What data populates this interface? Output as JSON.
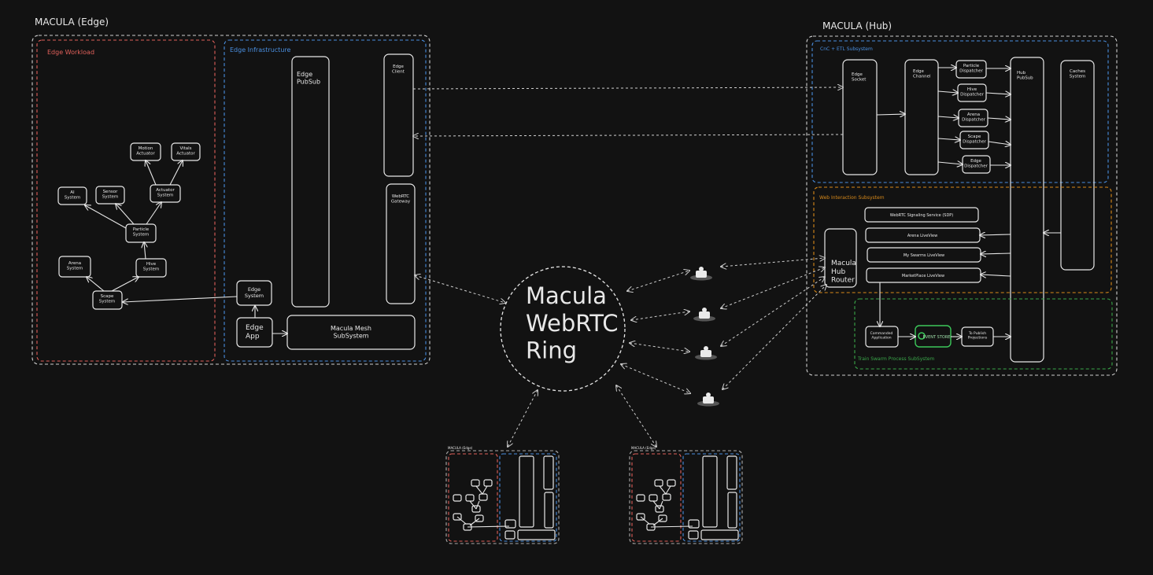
{
  "colors": {
    "background": "#121212",
    "foreground": "#e8e8e8",
    "workload_red": "#e0605a",
    "infra_blue": "#4a8fe0",
    "web_orange": "#d98a1a",
    "swarm_green": "#3aa84a",
    "eventstore_green": "#3cc85a"
  },
  "edge": {
    "title": "MACULA (Edge)",
    "workload": {
      "label": "Edge Workload",
      "motion_actuator": "Motion\nActuator",
      "vitals_actuator": "Vitals\nActuator",
      "ai_system": "AI\nSystem",
      "sensor_system": "Sensor\nSystem",
      "actuator_system": "Actuator\nSystem",
      "particle_system": "Particle\nSystem",
      "arena_system": "Arena\nSystem",
      "hive_system": "Hive\nSystem",
      "scape_system": "Scape\nSystem"
    },
    "infra": {
      "label": "Edge Infrastructure",
      "pubsub": "Edge\nPubSub",
      "client": "Edge\nClient",
      "webrtc_gateway": "WebRTC\nGateway",
      "edge_system": "Edge\nSystem",
      "edge_app": "Edge\nApp",
      "mesh": "Macula Mesh\nSubSystem"
    }
  },
  "ring": {
    "label": "Macula\nWebRTC\nRing"
  },
  "hub": {
    "title": "MACULA (Hub)",
    "cnc": {
      "label": "CnC + ETL Subsystem",
      "edge_socket": "Edge\nSocket",
      "edge_channel": "Edge\nChannel",
      "particle_dispatcher": "Particle\nDispatcher",
      "hive_dispatcher": "Hive\nDispatcher",
      "arena_dispatcher": "Arena\nDispatcher",
      "scape_dispatcher": "Scape\nDispatcher",
      "edge_dispatcher": "Edge\nDispatcher",
      "hub_pubsub": "Hub\nPubSub",
      "caches_system": "Caches\nSystem"
    },
    "web": {
      "label": "Web Interaction Subsystem",
      "signaling": "WebRTC Signaling Service (SDP)",
      "arena_liveview": "Arena LiveView",
      "my_swarms_liveview": "My Swarms LiveView",
      "marketplace_liveview": "MarketPlace LiveView",
      "hub_router": "Macula\nHub\nRouter"
    },
    "swarm": {
      "label": "Train Swarm Process SubSystem",
      "commanded": "Commanded\nApplication",
      "eventstore": "EVENT STORE",
      "projections": "To Publish\nProjections"
    }
  },
  "mini_edge_title": "MACULA (Edge)"
}
